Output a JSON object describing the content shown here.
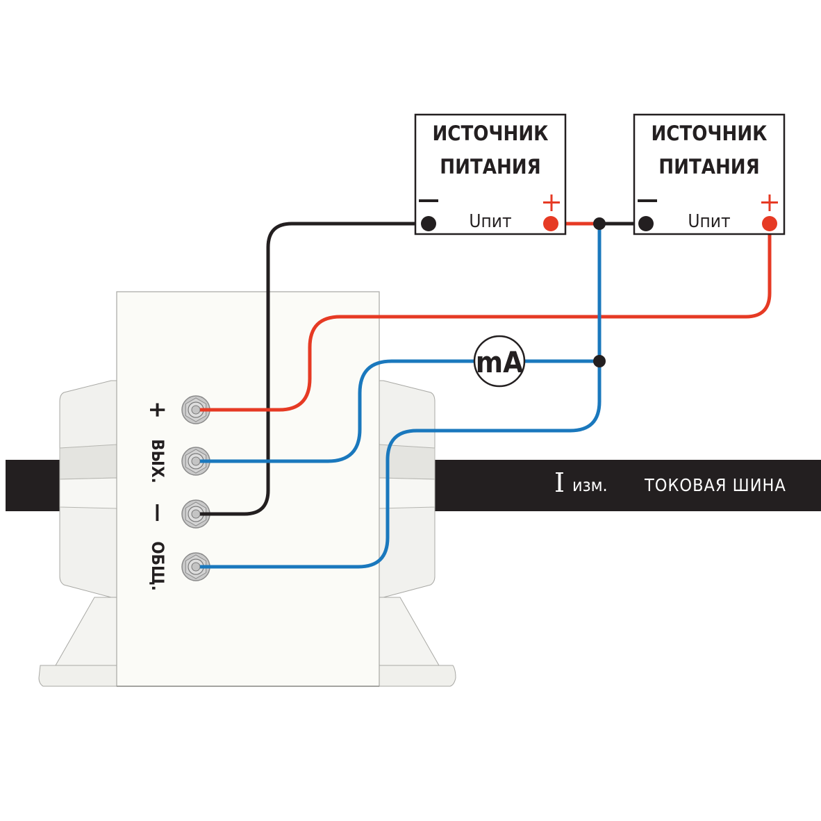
{
  "colors": {
    "positive_wire": "#e63a24",
    "negative_wire": "#231f20",
    "signal_wire": "#1a78bd",
    "bus": "#231f20",
    "sensor_body": "#fbfbf7",
    "terminal": "#c8c8c8"
  },
  "power_supplies": [
    {
      "title_line1": "ИСТОЧНИК",
      "title_line2": "ПИТАНИЯ",
      "voltage_label": "Uпит",
      "minus_sign": "—",
      "plus_sign": "+"
    },
    {
      "title_line1": "ИСТОЧНИК",
      "title_line2": "ПИТАНИЯ",
      "voltage_label": "Uпит",
      "minus_sign": "—",
      "plus_sign": "+"
    }
  ],
  "ammeter": {
    "label": "mA"
  },
  "bus": {
    "current_symbol": "I",
    "current_label": "изм.",
    "bus_label": "ТОКОВАЯ ШИНА"
  },
  "sensor": {
    "terminals": [
      {
        "sign": "+",
        "wire": "positive"
      },
      {
        "sign": "вых.",
        "wire": "signal"
      },
      {
        "sign": "−",
        "wire": "negative"
      },
      {
        "sign": "общ.",
        "wire": "common"
      }
    ],
    "label_plus": "+",
    "label_out": "ВЫХ.",
    "label_minus": "—",
    "label_common": "ОБЩ."
  }
}
